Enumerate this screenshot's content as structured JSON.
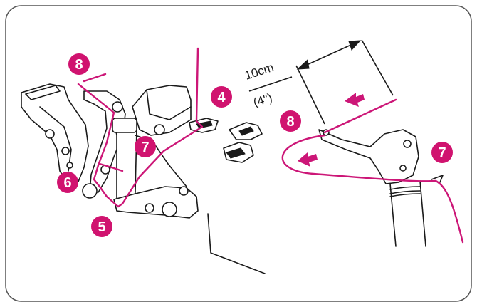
{
  "badges": {
    "b8_left": "8",
    "b4": "4",
    "b7_left": "7",
    "b6": "6",
    "b5": "5",
    "b8_right": "8",
    "b7_right": "7"
  },
  "dimension": {
    "value": "10cm",
    "alt": "(4\")"
  },
  "colors": {
    "accent": "#d0136f",
    "thread": "#cc1677",
    "line": "#1a1a1a",
    "frame": "#555555"
  }
}
